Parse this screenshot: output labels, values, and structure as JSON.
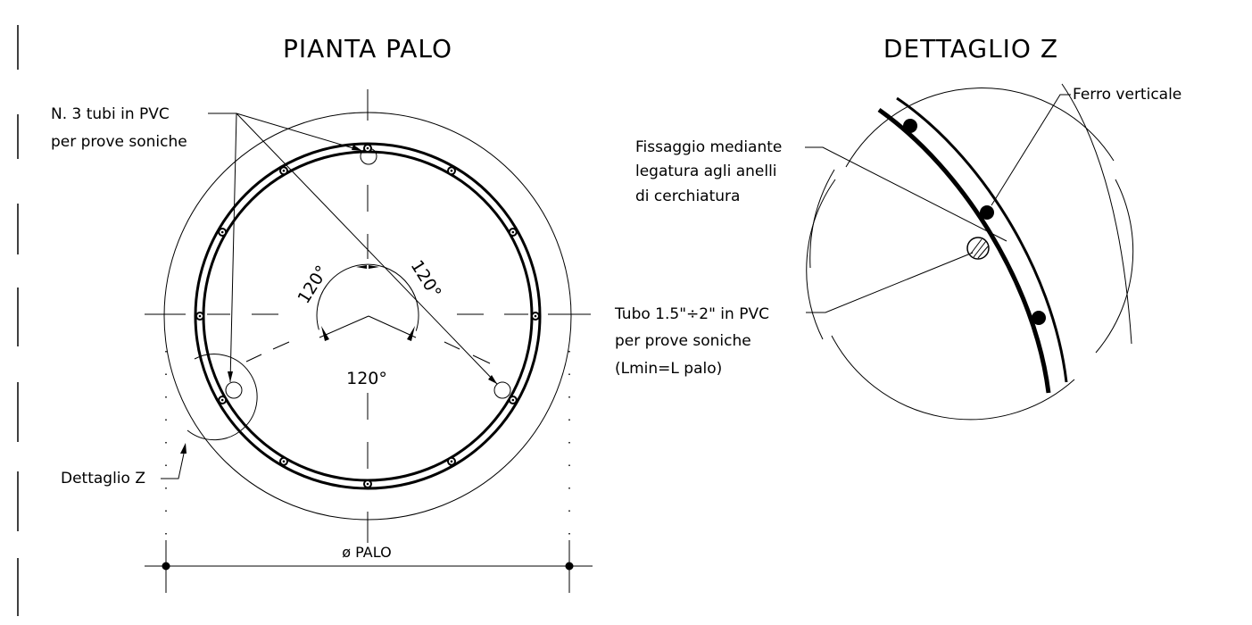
{
  "titles": {
    "plan": "PIANTA PALO",
    "detail": "DETTAGLIO Z"
  },
  "notes": {
    "pvc_tubes": [
      "N. 3 tubi in PVC",
      "per prove soniche"
    ],
    "detail_z": "Dettaglio Z",
    "fixing": [
      "Fissaggio mediante",
      "legatura agli anelli",
      "di cerchiatura"
    ],
    "vertical_bar": "Ferro verticale",
    "tube": [
      "Tubo 1.5\"÷2\" in PVC",
      "per prove soniche",
      "(Lmin=L palo)"
    ]
  },
  "angles": {
    "left": "120°",
    "right": "120°",
    "bottom": "120°"
  },
  "dimension": {
    "label": "ø PALO"
  },
  "colors": {
    "line": "#000000",
    "background": "#ffffff"
  }
}
